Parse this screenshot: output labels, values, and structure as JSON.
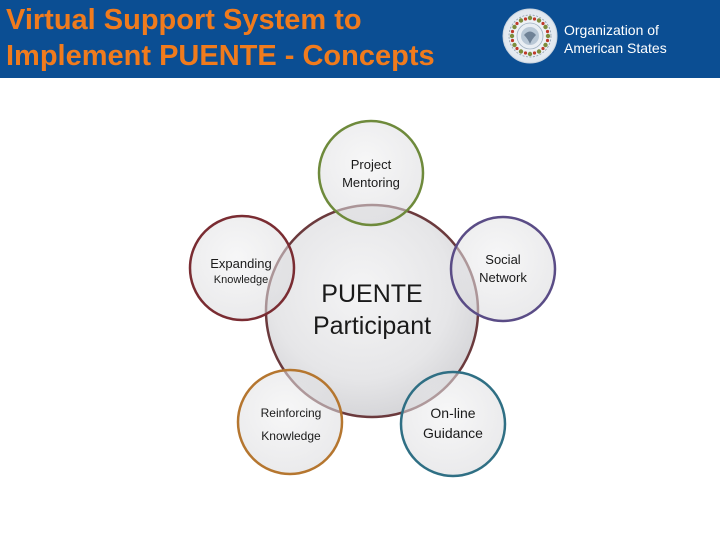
{
  "header": {
    "title_line1": "Virtual  Support  System to",
    "title_line2": "Implement PUENTE - Concepts",
    "org_line1": "Organization of",
    "org_line2": "American States",
    "seal_icon": "oas-seal-icon",
    "background_color": "#0b4e93",
    "title_color": "#f07b1d"
  },
  "diagram": {
    "center": {
      "line1": "PUENTE",
      "line2": "Participant"
    },
    "nodes": [
      {
        "id": "project-mentoring",
        "line1": "Project",
        "line2": "Mentoring",
        "border_color": "#6e8a3b"
      },
      {
        "id": "social-network",
        "line1": "Social",
        "line2": "Network",
        "border_color": "#5a4c86"
      },
      {
        "id": "online-guidance",
        "line1": "On-line",
        "line2": "Guidance",
        "border_color": "#2f6f84"
      },
      {
        "id": "reinforcing-knowledge",
        "line1": "Reinforcing",
        "line2": "Knowledge",
        "border_color": "#b5762f"
      },
      {
        "id": "expanding-knowledge",
        "line1": "Expanding",
        "line2": "Knowledge",
        "border_color": "#7a2c32"
      }
    ]
  }
}
